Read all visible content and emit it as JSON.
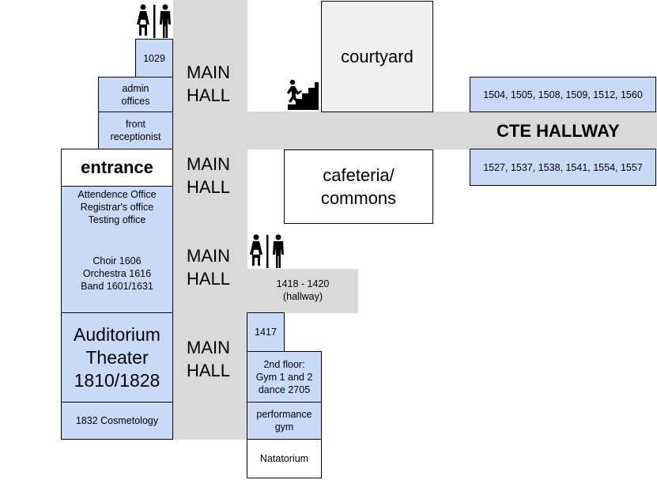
{
  "main_hall_label": "MAIN\nHALL",
  "cte_hallway": "CTE HALLWAY",
  "rooms": {
    "r1029": "1029",
    "admin": "admin\noffices",
    "front": "front\nreceptionist",
    "entrance": "entrance",
    "attendance": "Attendence Office\nRegistrar's office\nTesting office",
    "music": "Choir 1606\nOrchestra 1616\nBand 1601/1631",
    "auditorium": "Auditorium\nTheater\n1810/1828",
    "cosmetology": "1832 Cosmetology",
    "courtyard": "courtyard",
    "cte_top": "1504, 1505, 1508, 1509, 1512, 1560",
    "cte_bottom": "1527, 1537, 1538, 1541, 1554, 1557",
    "cafeteria": "cafeteria/\ncommons",
    "r1418": "1418 - 1420\n(hallway)",
    "r1417": "1417",
    "gym2": "2nd floor:\nGym 1 and 2\ndance 2705",
    "perf_gym": "performance\ngym",
    "natatorium": "Natatorium"
  },
  "icons": [
    "restroom-icon",
    "stairs-icon"
  ],
  "colors": {
    "room": "#c9daf8",
    "hallway": "#d9d9d9",
    "courtyard": "#efefef"
  }
}
